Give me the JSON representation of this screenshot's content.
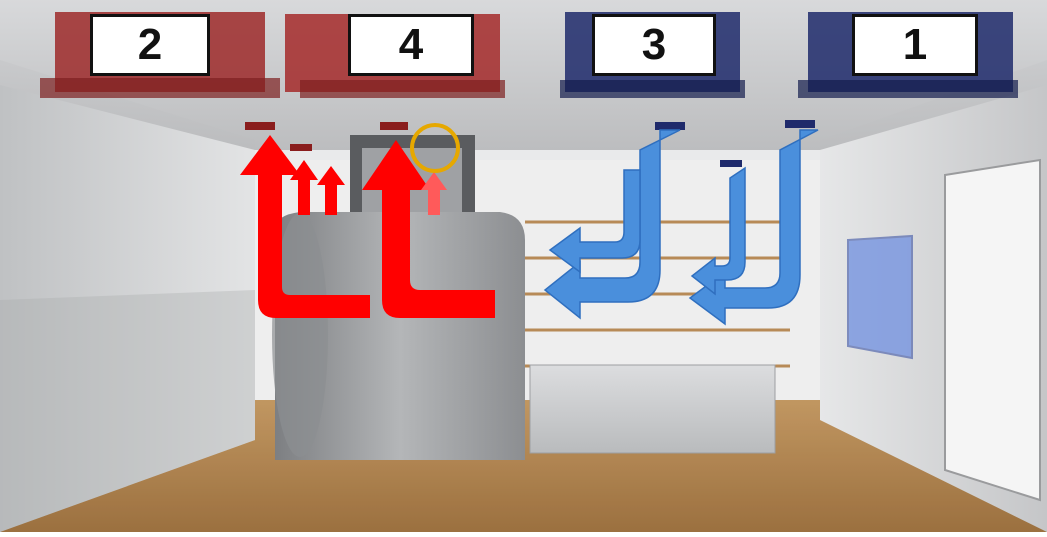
{
  "units": [
    {
      "id": "unit-2",
      "label": "2",
      "kind": "heating",
      "color": "#a52a2a"
    },
    {
      "id": "unit-4",
      "label": "4",
      "kind": "heating",
      "color": "#a52a2a"
    },
    {
      "id": "unit-3",
      "label": "3",
      "kind": "cooling",
      "color": "#1f2a6b"
    },
    {
      "id": "unit-1",
      "label": "1",
      "kind": "cooling",
      "color": "#1f2a6b"
    }
  ],
  "colors": {
    "warm_airflow": "#ff0000",
    "warm_airflow_light": "#ff5a5a",
    "cool_airflow": "#4a8fdc",
    "highlight_circle": "#e6a800",
    "floor": "#b98a56",
    "wall": "#d9dadb",
    "ceiling": "#c8c9cb"
  },
  "highlight": {
    "description_icon": "circle-marker-icon"
  }
}
